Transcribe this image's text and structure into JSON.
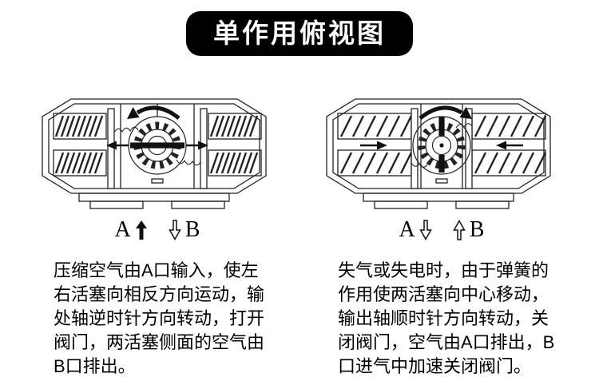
{
  "title": "单作用俯视图",
  "colors": {
    "banner_bg": "#000000",
    "banner_text": "#ffffff",
    "line_art": "#222222"
  },
  "panels": [
    {
      "diagram": "pistons-outward-counterclockwise",
      "port_a_label": "A",
      "port_a_arrow_icon": "solid-up-arrow",
      "port_b_label": "B",
      "port_b_arrow_icon": "hollow-down-arrow",
      "description": "压缩空气由A口输入，使左右活塞向相反方向运动，输处轴逆时针方向转动，打开阀门，两活塞侧面的空气由B口排出。"
    },
    {
      "diagram": "pistons-inward-clockwise",
      "port_a_label": "A",
      "port_a_arrow_icon": "hollow-down-arrow",
      "port_b_label": "B",
      "port_b_arrow_icon": "hollow-up-arrow",
      "description": "失气或失电时，由于弹簧的作用使两活塞向中心移动，输出轴顺时针方向转动，关闭阀门，空气由A口排出，B口进气中加速关闭阀门。"
    }
  ]
}
